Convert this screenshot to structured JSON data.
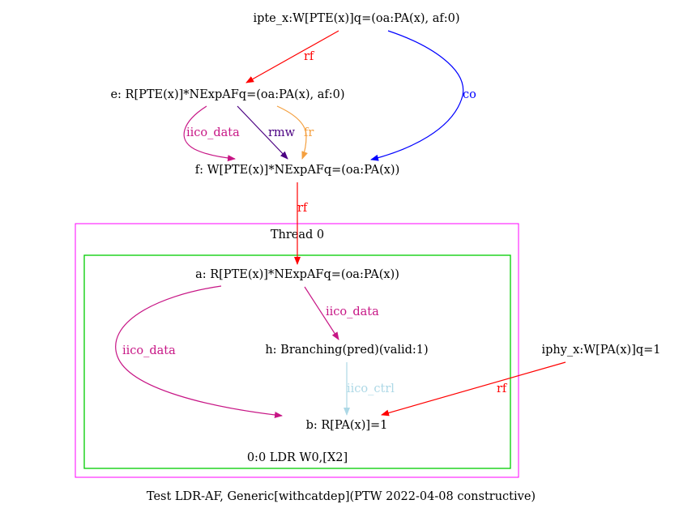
{
  "nodes": {
    "ipte_x": "ipte_x:W[PTE(x)]q=(oa:PA(x), af:0)",
    "e": "e: R[PTE(x)]*NExpAFq=(oa:PA(x), af:0)",
    "f": "f: W[PTE(x)]*NExpAFq=(oa:PA(x))",
    "a": "a: R[PTE(x)]*NExpAFq=(oa:PA(x))",
    "h": "h: Branching(pred)(valid:1)",
    "b": "b: R[PA(x)]=1",
    "iphy_x": "iphy_x:W[PA(x)]q=1"
  },
  "clusters": {
    "thread": "Thread 0",
    "instruction": "0:0 LDR W0,[X2]"
  },
  "edges": {
    "ipte_to_e": "rf",
    "ipte_to_f": "co",
    "e_to_f_iico": "iico_data",
    "e_to_f_rmw": "rmw",
    "e_to_f_fr": "fr",
    "f_to_a": "rf",
    "a_to_h": "iico_data",
    "a_to_b": "iico_data",
    "h_to_b": "iico_ctrl",
    "iphy_to_b": "rf"
  },
  "colors": {
    "rf": "#ff0000",
    "co": "#0000ff",
    "iico_data": "#c71585",
    "rmw": "#4b0082",
    "fr": "#f4a040",
    "iico_ctrl": "#add8e6",
    "thread_border": "#ff00ff",
    "instruction_border": "#00cc00"
  },
  "caption": "Test LDR-AF, Generic[withcatdep](PTW 2022-04-08 constructive)"
}
